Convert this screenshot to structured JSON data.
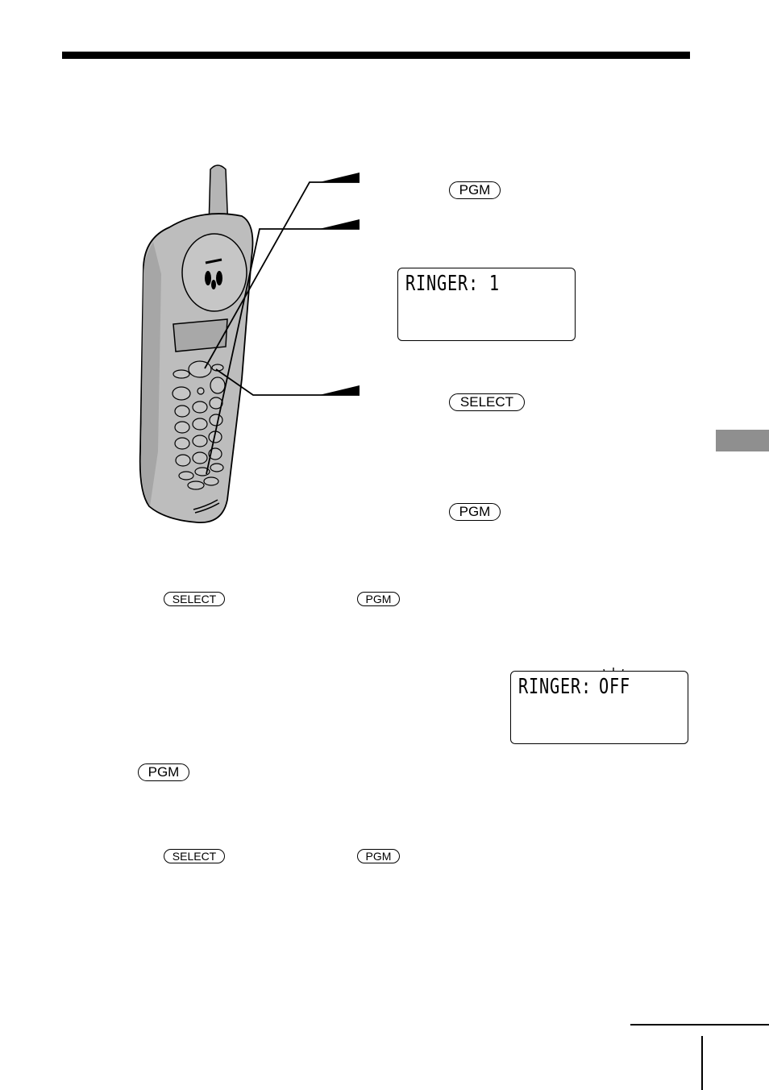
{
  "keys": {
    "pgm": "PGM",
    "select": "SELECT"
  },
  "display_1": {
    "text": "RINGER: 1"
  },
  "display_2": {
    "label": "RINGER:",
    "value": "OFF"
  }
}
